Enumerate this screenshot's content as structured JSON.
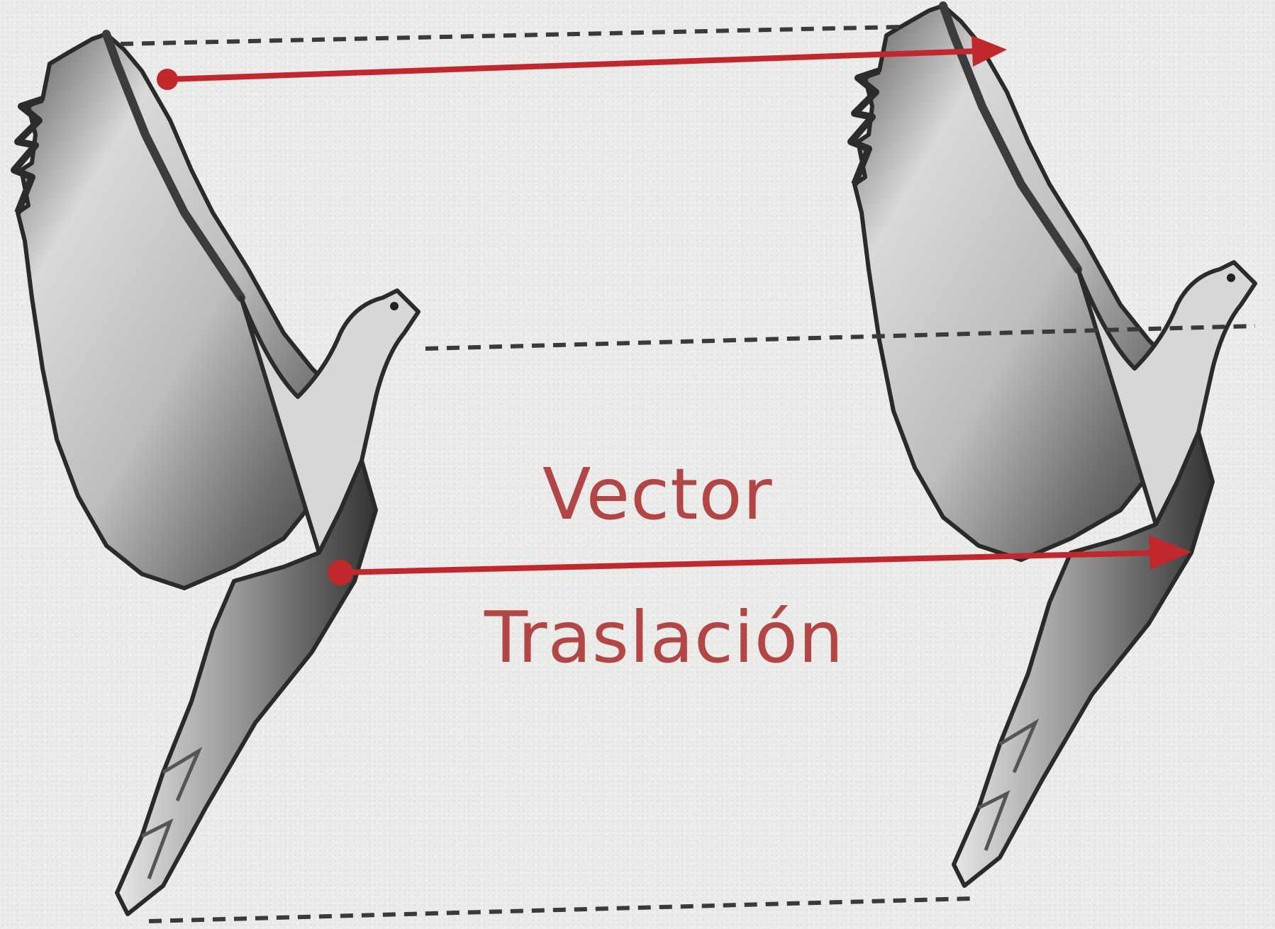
{
  "diagram": {
    "label_top": "Vector",
    "label_bottom": "Traslación",
    "accent_color": "#c0282d",
    "guide_color": "#3a3a3a",
    "figures": [
      {
        "name": "original-bird",
        "icon": "dove-icon"
      },
      {
        "name": "translated-bird",
        "icon": "dove-icon"
      }
    ]
  }
}
